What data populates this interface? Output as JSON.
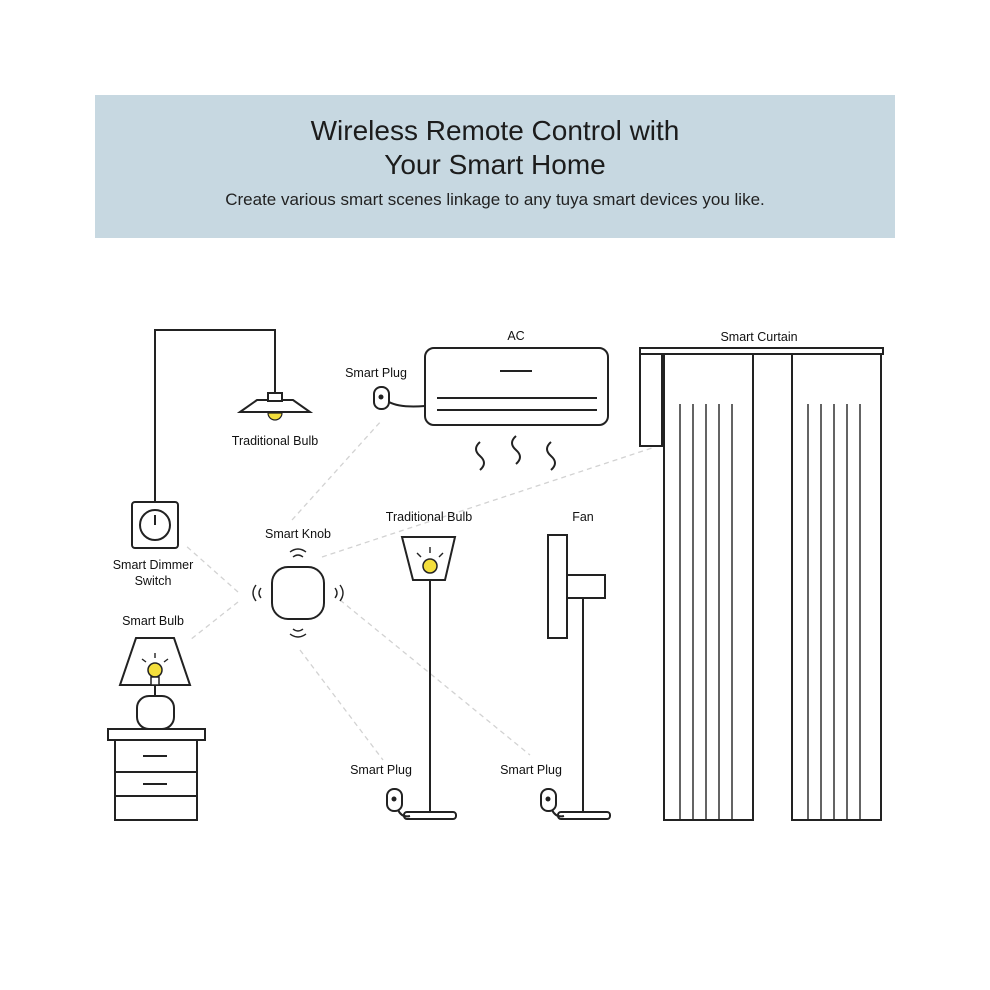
{
  "header": {
    "title_line1": "Wireless Remote Control with",
    "title_line2": "Your Smart Home",
    "subtitle": "Create various smart scenes linkage to any tuya smart devices you like."
  },
  "labels": {
    "ac": "AC",
    "smart_curtain": "Smart Curtain",
    "smart_plug_ac": "Smart Plug",
    "traditional_bulb_pendant": "Traditional Bulb",
    "smart_knob": "Smart Knob",
    "traditional_bulb_lamp": "Traditional Bulb",
    "fan": "Fan",
    "dimmer_line1": "Smart Dimmer",
    "dimmer_line2": "Switch",
    "smart_bulb": "Smart Bulb",
    "smart_plug_lamp": "Smart Plug",
    "smart_plug_fan": "Smart Plug"
  },
  "colors": {
    "banner": "#c7d8e1",
    "bulb": "#f4df3c",
    "stroke": "#222222",
    "dashed_link": "#d2d2d2"
  }
}
